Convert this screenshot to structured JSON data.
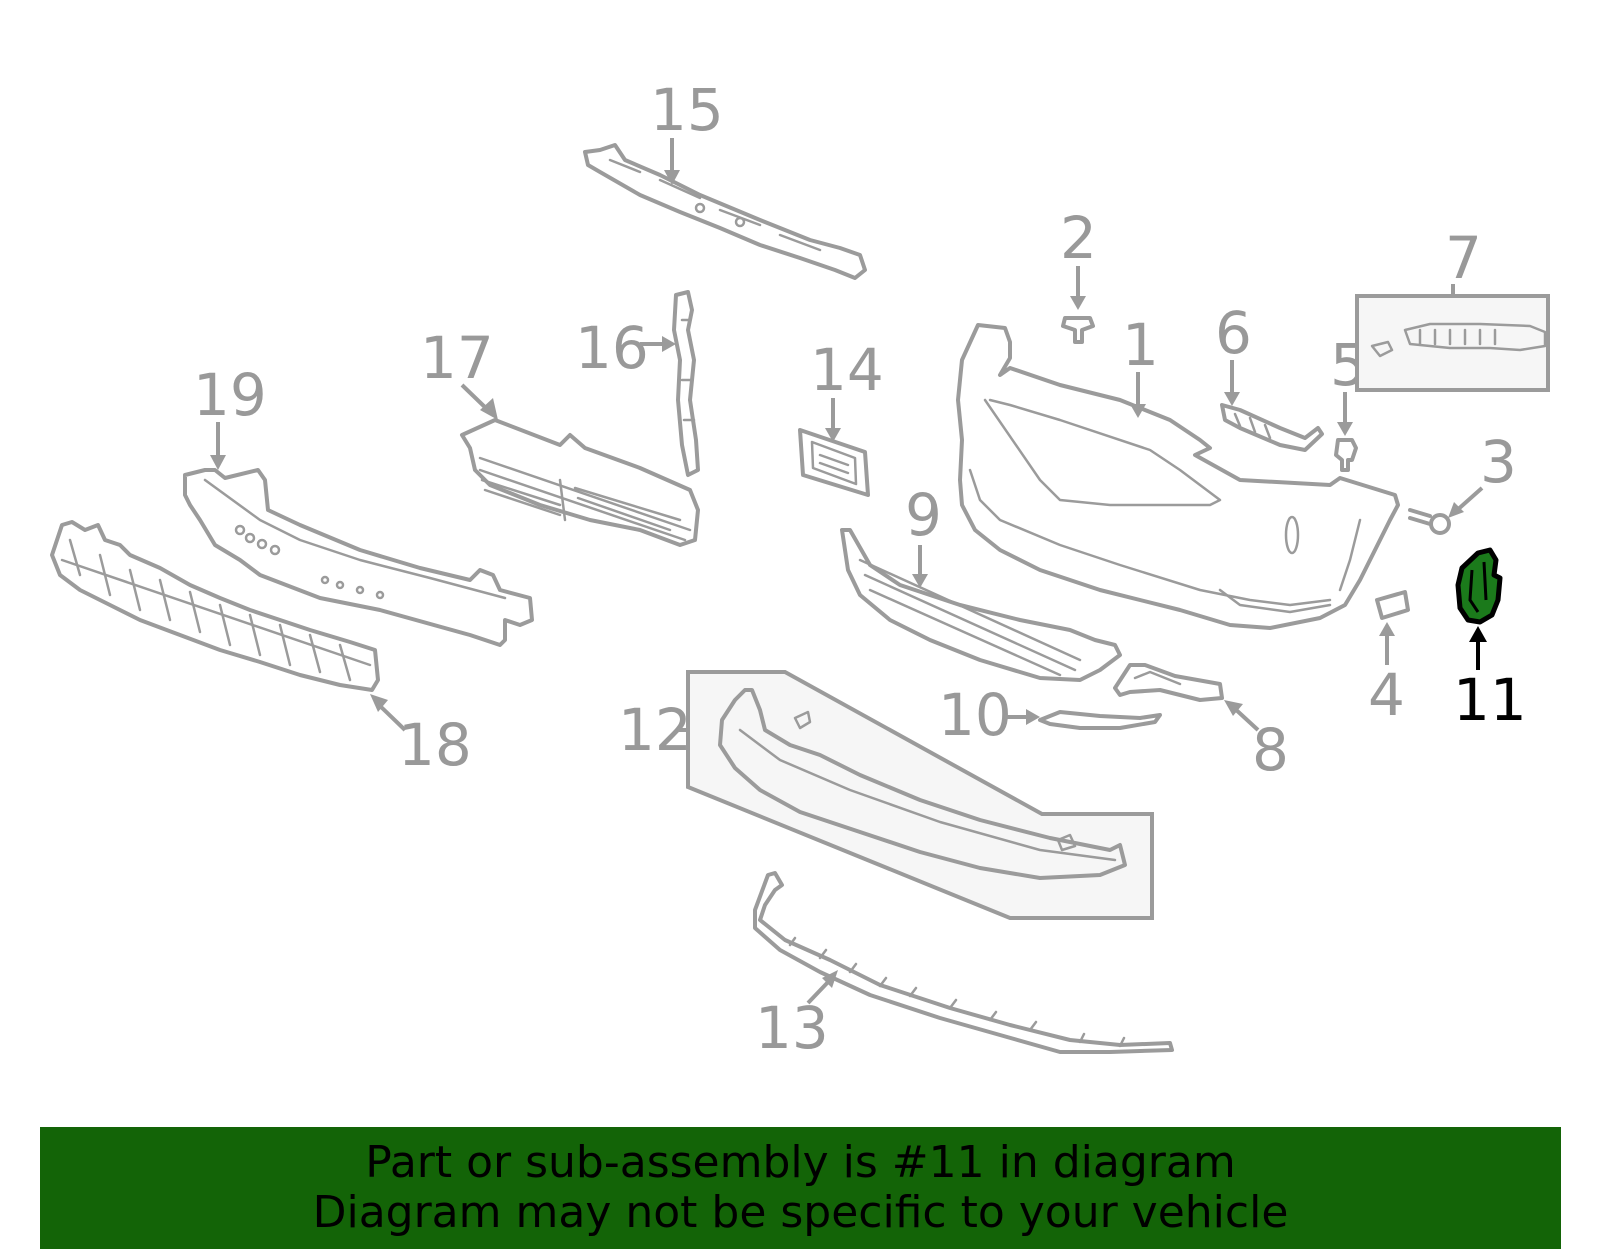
{
  "diagram": {
    "title": "Front bumper assembly exploded parts diagram",
    "highlighted_part": "11",
    "highlight_color": "#1b7a1b",
    "callout_color": "#999999",
    "callouts": [
      {
        "id": "1",
        "label": "1",
        "part": "bumper-cover"
      },
      {
        "id": "2",
        "label": "2",
        "part": "screw-clip"
      },
      {
        "id": "3",
        "label": "3",
        "part": "screw"
      },
      {
        "id": "4",
        "label": "4",
        "part": "tow-hook-cover"
      },
      {
        "id": "5",
        "label": "5",
        "part": "clip"
      },
      {
        "id": "6",
        "label": "6",
        "part": "bracket"
      },
      {
        "id": "7",
        "label": "7",
        "part": "side-bracket-assembly"
      },
      {
        "id": "8",
        "label": "8",
        "part": "bracket-lower"
      },
      {
        "id": "9",
        "label": "9",
        "part": "lower-grille"
      },
      {
        "id": "10",
        "label": "10",
        "part": "trim-molding"
      },
      {
        "id": "11",
        "label": "11",
        "part": "fog-lamp-bezel"
      },
      {
        "id": "12",
        "label": "12",
        "part": "lower-spoiler-assembly"
      },
      {
        "id": "13",
        "label": "13",
        "part": "lower-trim-strip"
      },
      {
        "id": "14",
        "label": "14",
        "part": "license-plate-bracket"
      },
      {
        "id": "15",
        "label": "15",
        "part": "upper-support"
      },
      {
        "id": "16",
        "label": "16",
        "part": "vertical-brace"
      },
      {
        "id": "17",
        "label": "17",
        "part": "air-shutter"
      },
      {
        "id": "18",
        "label": "18",
        "part": "energy-absorber"
      },
      {
        "id": "19",
        "label": "19",
        "part": "reinforcement-beam"
      }
    ]
  },
  "banner": {
    "line1": "Part or sub-assembly is #11 in diagram",
    "line2": "Diagram may not be specific to your vehicle",
    "background": "#136407"
  }
}
